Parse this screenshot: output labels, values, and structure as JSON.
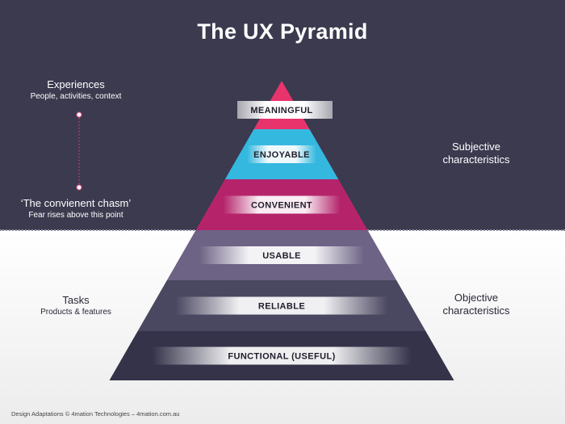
{
  "title": "The UX Pyramid",
  "experiences": {
    "heading": "Experiences",
    "sub": "People, activities, context"
  },
  "chasm": {
    "heading": "‘The convienent chasm’",
    "sub": "Fear rises above this point"
  },
  "subjective": {
    "line1": "Subjective",
    "line2": "characteristics"
  },
  "tasks": {
    "heading": "Tasks",
    "sub": "Products & features"
  },
  "objective": {
    "line1": "Objective",
    "line2": "characteristics"
  },
  "levels": [
    {
      "label": "MEANINGFUL",
      "color": "#e8336d"
    },
    {
      "label": "ENJOYABLE",
      "color": "#35b8e0"
    },
    {
      "label": "CONVENIENT",
      "color": "#b5246b"
    },
    {
      "label": "USABLE",
      "color": "#6d6385"
    },
    {
      "label": "RELIABLE",
      "color": "#4a4760"
    },
    {
      "label": "FUNCTIONAL (USEFUL)",
      "color": "#34334a"
    }
  ],
  "footer": "Design Adaptations © 4mation Technologies – 4mation.com.au"
}
